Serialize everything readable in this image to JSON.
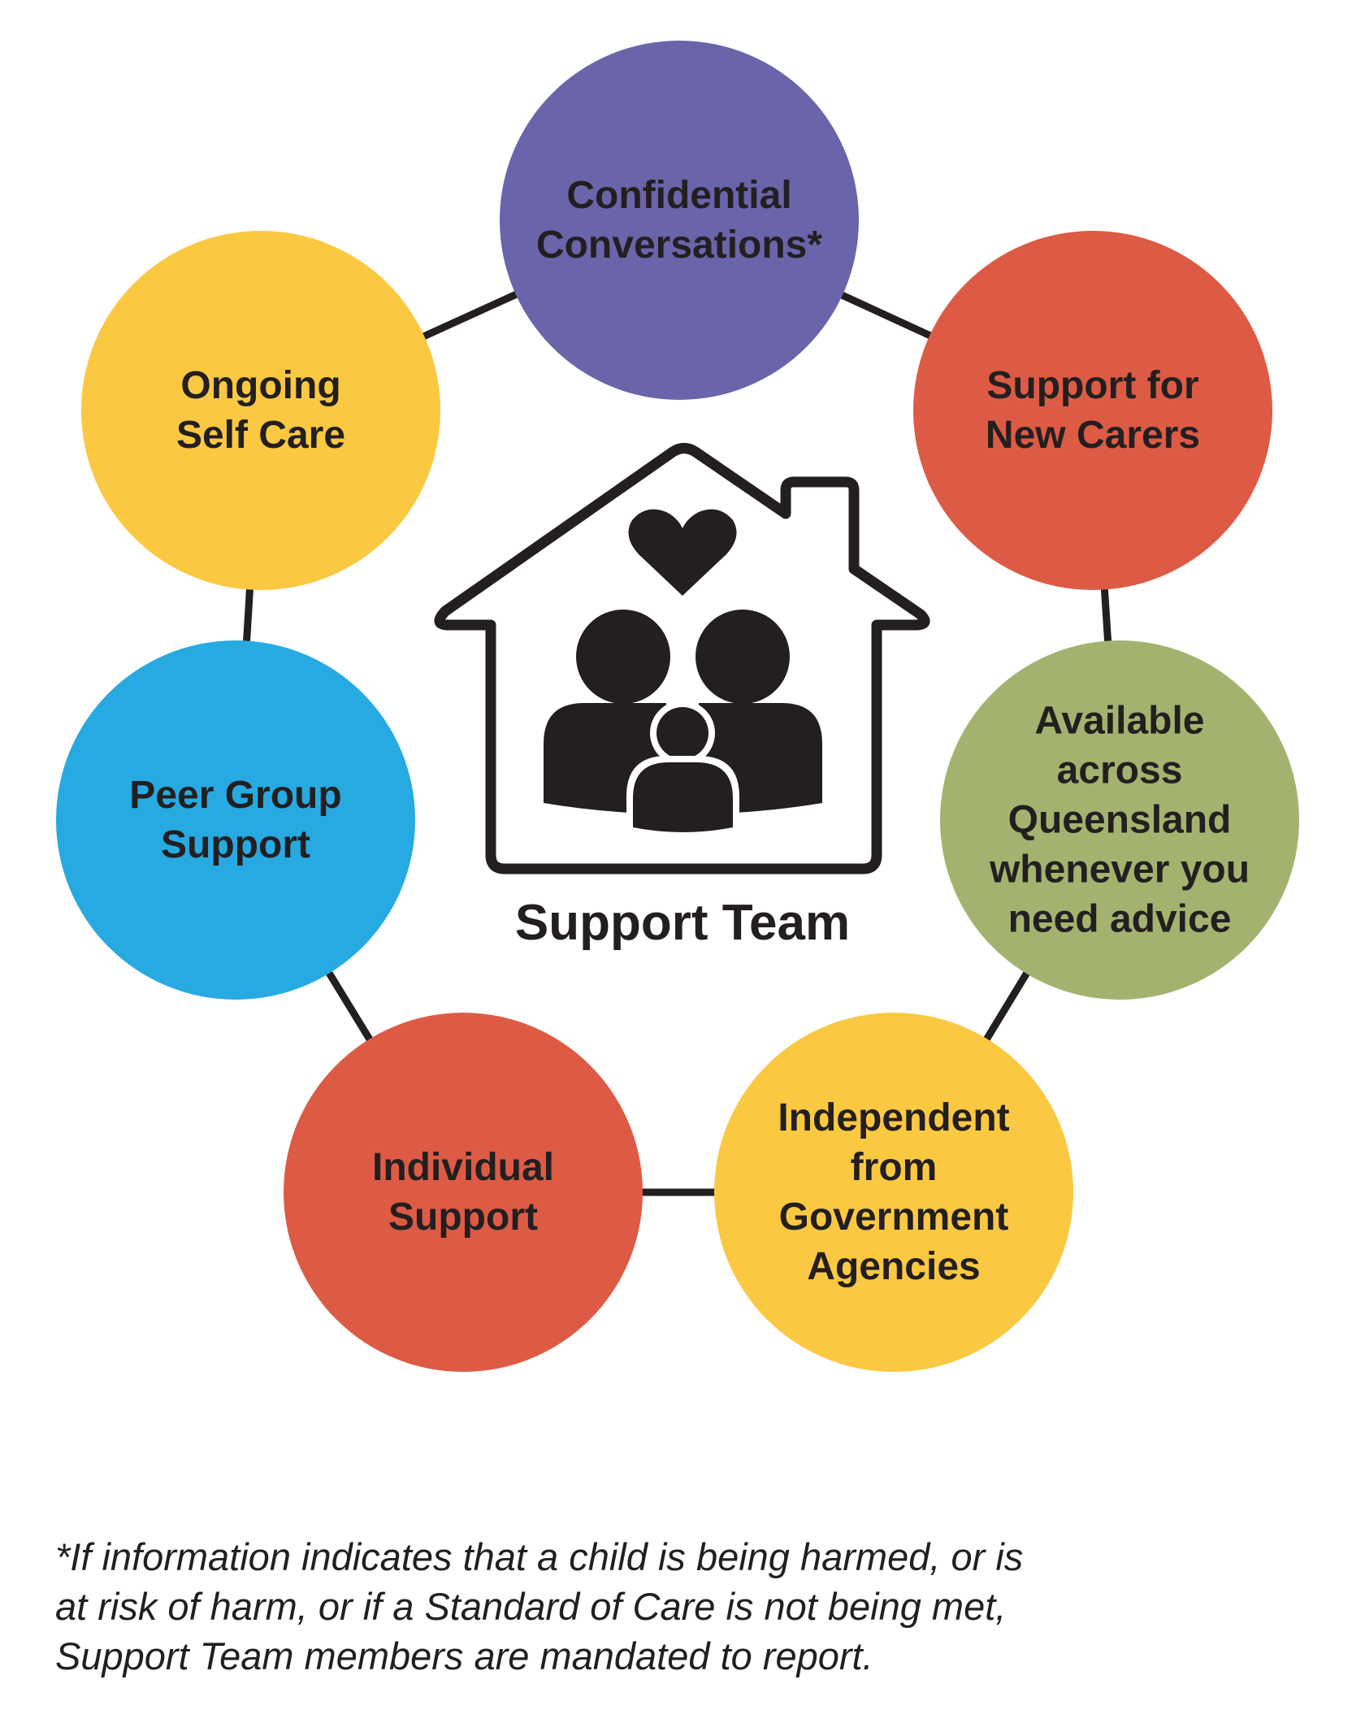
{
  "center": {
    "title": "Support Team",
    "icon": "house-family-heart-icon"
  },
  "nodes": [
    {
      "id": "confidential",
      "lines": [
        "Confidential",
        "Conversations*"
      ],
      "color": "#6a64aa"
    },
    {
      "id": "new-carers",
      "lines": [
        "Support for",
        "New Carers"
      ],
      "color": "#dd5b45"
    },
    {
      "id": "available",
      "lines": [
        "Available",
        "across",
        "Queensland",
        "whenever you",
        "need advice"
      ],
      "color": "#a3b36f"
    },
    {
      "id": "independent",
      "lines": [
        "Independent",
        "from",
        "Government",
        "Agencies"
      ],
      "color": "#fbc842"
    },
    {
      "id": "individual",
      "lines": [
        "Individual",
        "Support"
      ],
      "color": "#dd5b45"
    },
    {
      "id": "peer-group",
      "lines": [
        "Peer Group",
        "Support"
      ],
      "color": "#27aae1"
    },
    {
      "id": "self-care",
      "lines": [
        "Ongoing",
        "Self Care"
      ],
      "color": "#fbc842"
    }
  ],
  "footnote": [
    "*If information indicates that a child is being harmed, or is",
    "at risk of harm, or if a Standard of Care is not being met,",
    "Support Team members are mandated to report."
  ],
  "line_color": "#231f20"
}
